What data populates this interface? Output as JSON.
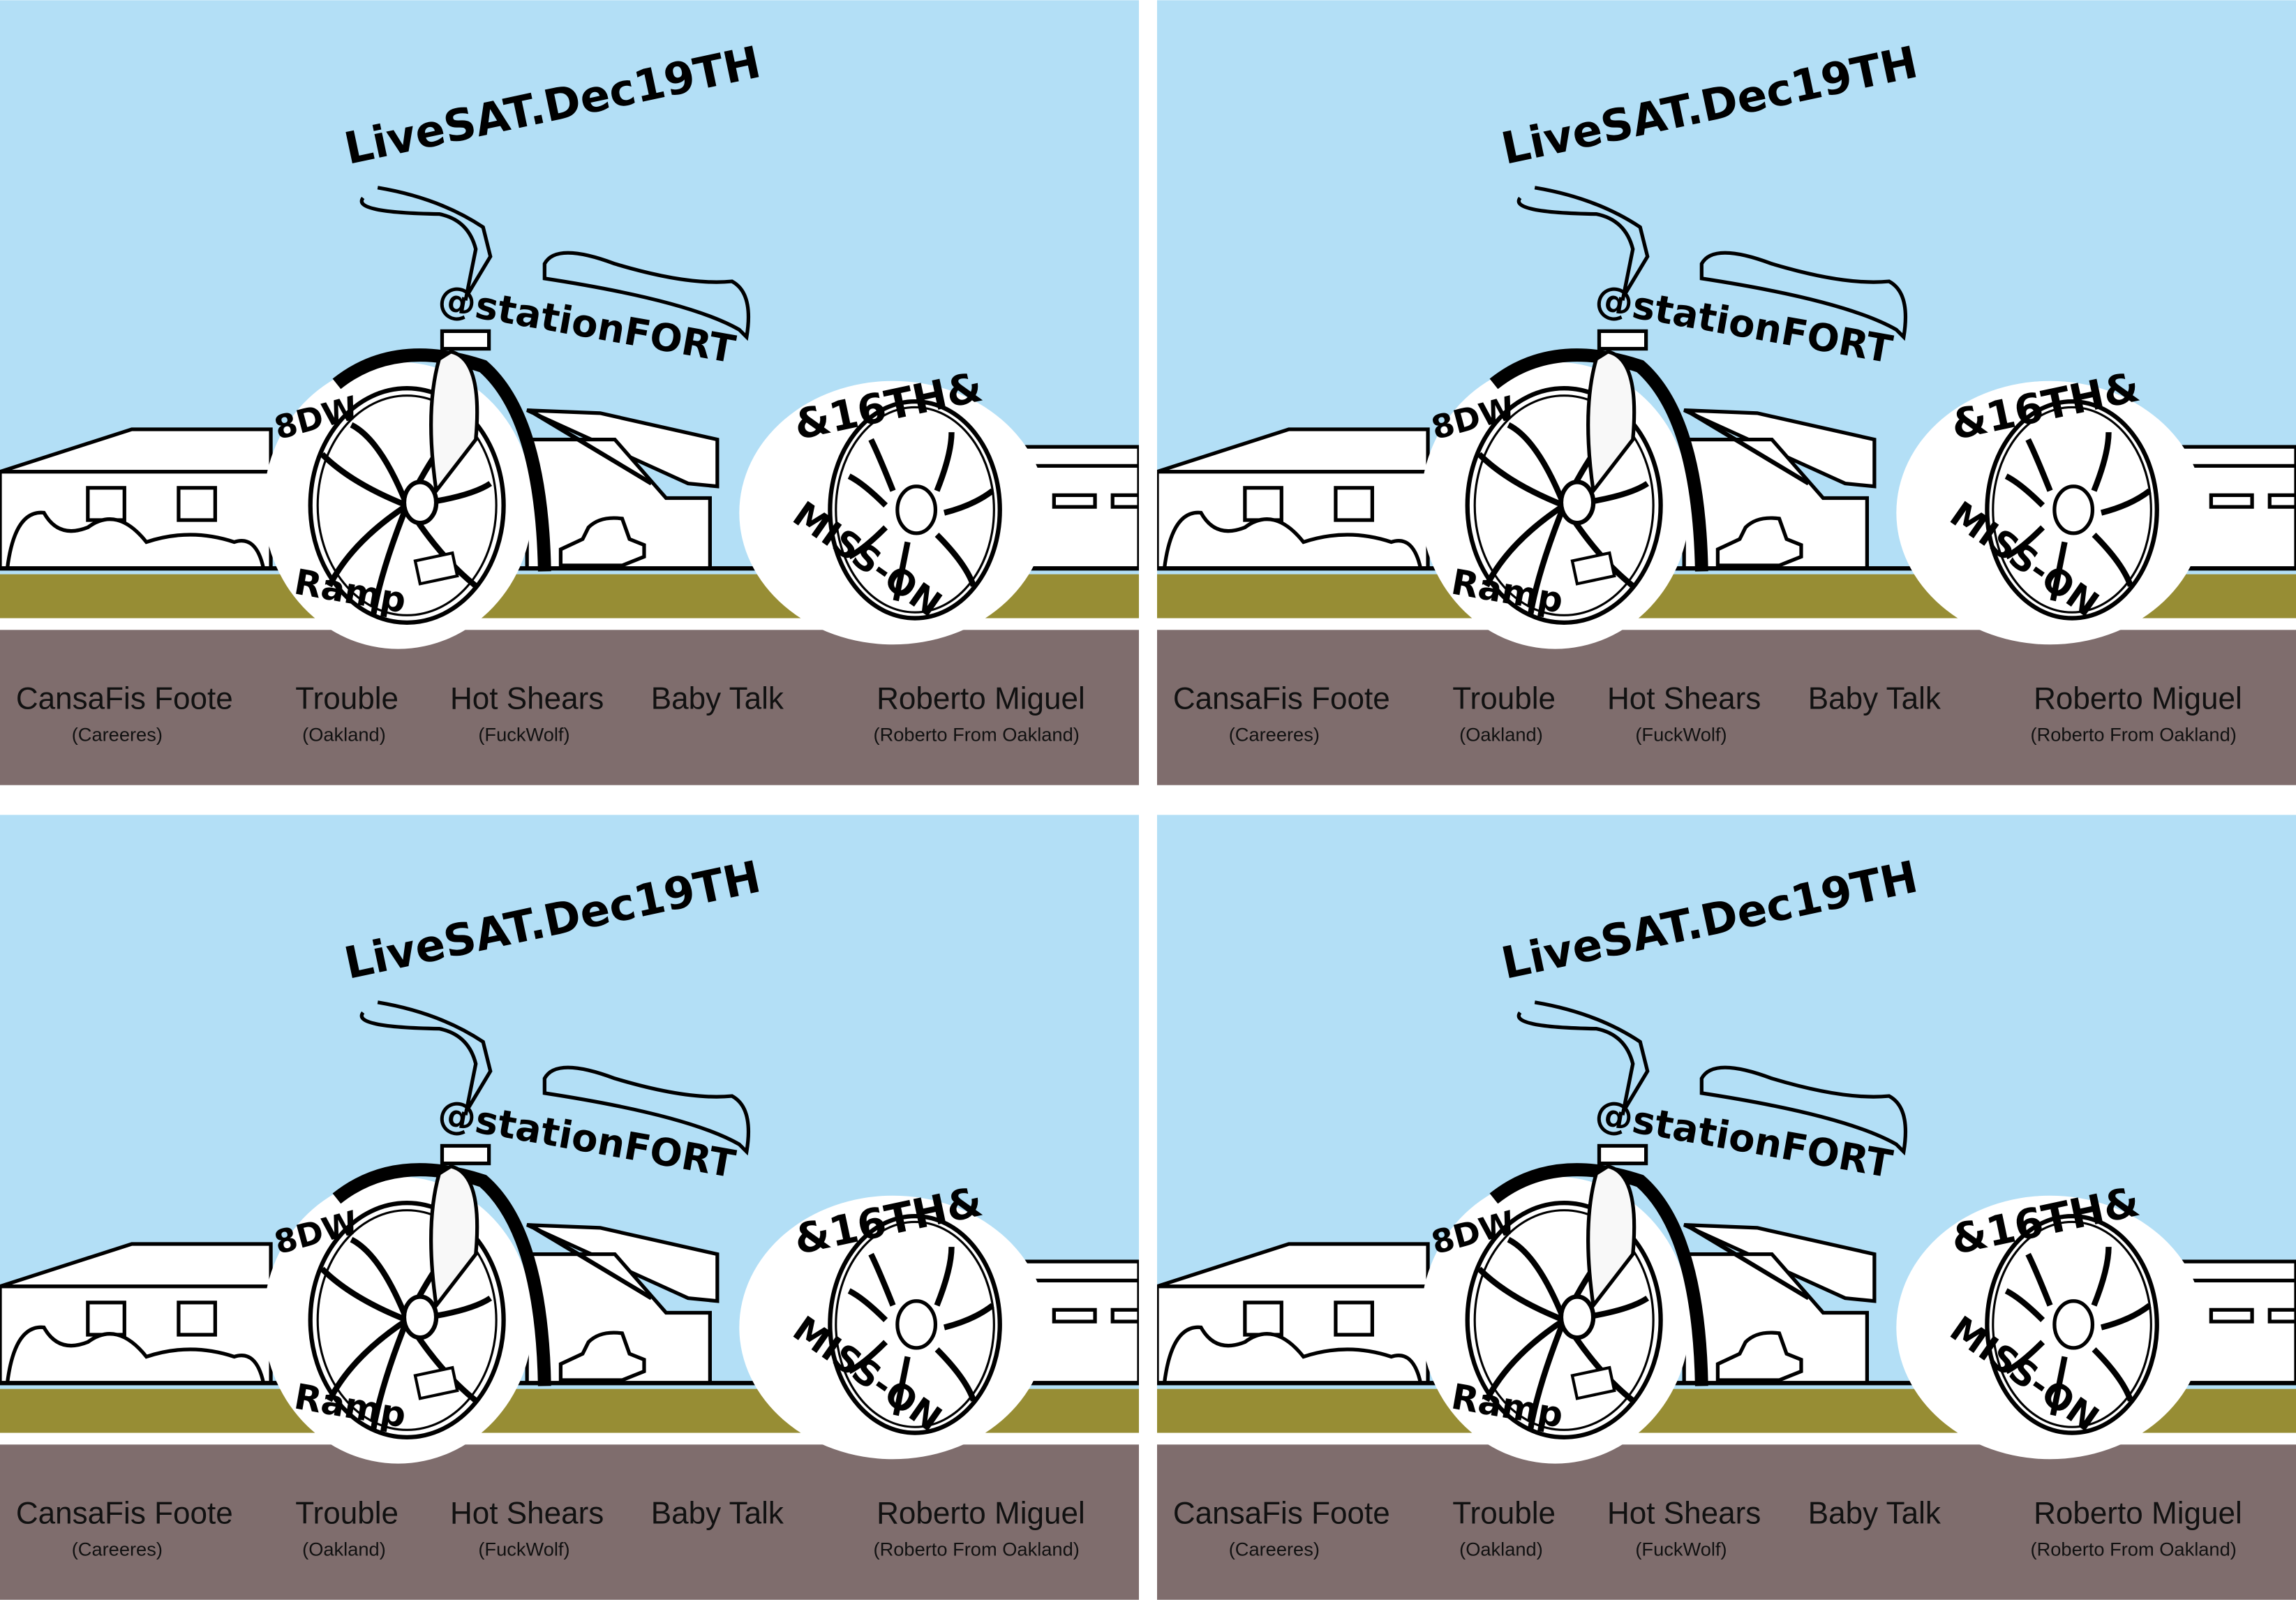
{
  "flyer": {
    "lettering": {
      "date": "LiveSAT.Dec19TH",
      "venue": "@stationFORT",
      "left_wheel_top": "8DW",
      "left_wheel_bottom": "Ramp",
      "right_wheel_top": "&16TH&",
      "right_wheel_bottom": "MISS-ON"
    },
    "lineup": [
      {
        "name": "CansaFis Foote",
        "from": "(Careeres)"
      },
      {
        "name": "Trouble",
        "from": "(Oakland)"
      },
      {
        "name": "Hot Shears",
        "from": "(FuckWolf)"
      },
      {
        "name": "Baby Talk",
        "from": ""
      },
      {
        "name": "Roberto Miguel",
        "from": "(Roberto From Oakland)"
      }
    ],
    "colors": {
      "sky": "#b3dff6",
      "grass": "#978d34",
      "road": "#7f6d6d",
      "ink": "#000000"
    },
    "copies": 4
  }
}
